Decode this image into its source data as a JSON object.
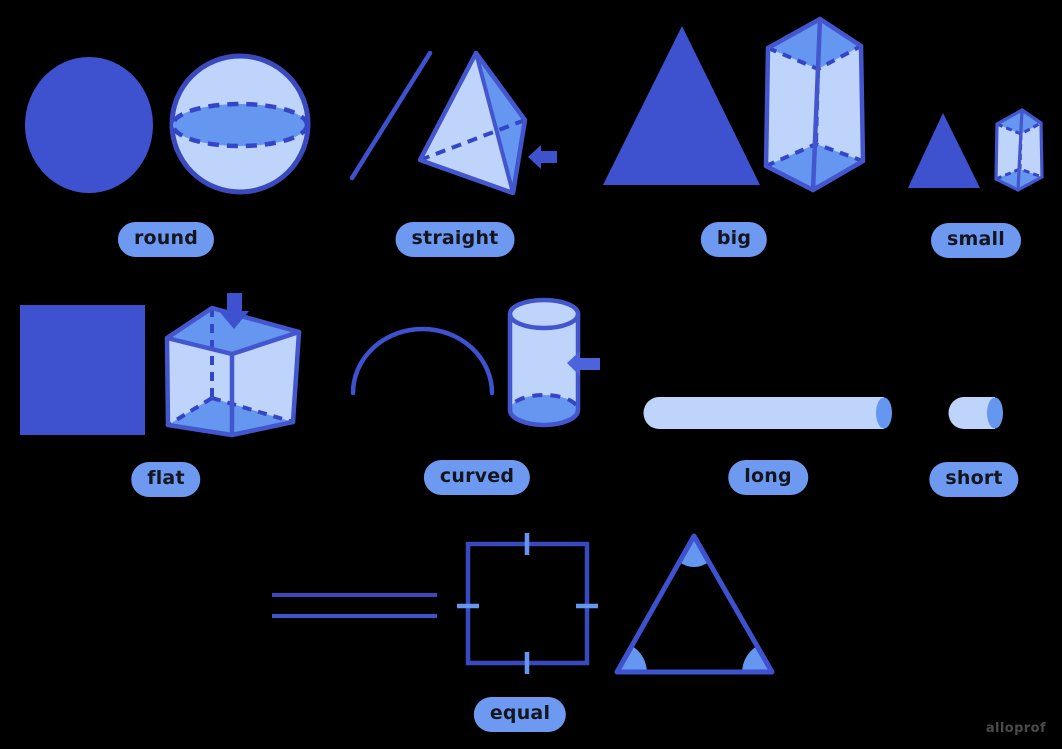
{
  "palette": {
    "bg": "#000000",
    "solid": "#3E51CF",
    "medium": "#6596F0",
    "light": "#BFD4FB",
    "outline": "#3A49BE",
    "edge": "#4456CD",
    "dash": "#3445C6",
    "arrowalt": "#4C64DA",
    "pillbg": "#6D99F1",
    "pilltext": "#14161F",
    "watermark": "#4B4B4B"
  },
  "groups": [
    {
      "id": "round",
      "label": "round",
      "shapes": [
        "filled-circle",
        "sphere"
      ]
    },
    {
      "id": "straight",
      "label": "straight",
      "shapes": [
        "line-segment",
        "tetrahedron",
        "arrow-left"
      ]
    },
    {
      "id": "big",
      "label": "big",
      "shapes": [
        "large-triangle",
        "large-rectangular-prism"
      ]
    },
    {
      "id": "small",
      "label": "small",
      "shapes": [
        "small-triangle",
        "small-rectangular-prism"
      ]
    },
    {
      "id": "flat",
      "label": "flat",
      "shapes": [
        "filled-square",
        "cube",
        "arrow-down"
      ]
    },
    {
      "id": "curved",
      "label": "curved",
      "shapes": [
        "arc",
        "cylinder",
        "arrow-left"
      ]
    },
    {
      "id": "long",
      "label": "long",
      "shapes": [
        "long-rod"
      ]
    },
    {
      "id": "short",
      "label": "short",
      "shapes": [
        "short-rod"
      ]
    },
    {
      "id": "equal",
      "label": "equal",
      "shapes": [
        "parallel-equal-lines",
        "square-equal-sides",
        "triangle-equal-angles"
      ]
    }
  ],
  "watermark_text": "alloprof"
}
